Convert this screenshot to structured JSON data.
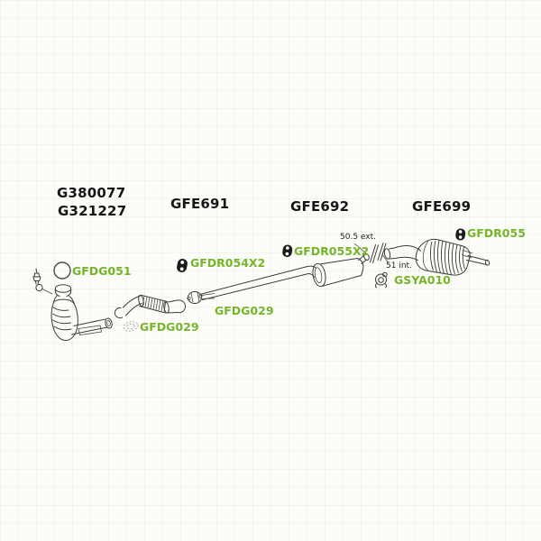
{
  "page": {
    "background_color": "#fcfdf9",
    "black_label_color": "#161616",
    "green_label_color": "#76b42a",
    "line_color": "#3b3b3b"
  },
  "labels": {
    "group": [
      {
        "text": "G380077"
      },
      {
        "text": "G321227"
      },
      {
        "text": "GFE691"
      },
      {
        "text": "GFE692"
      },
      {
        "text": "GFE699"
      }
    ],
    "parts": [
      {
        "text": "GFDG051",
        "icon": "gasket-ring-icon"
      },
      {
        "text": "GFDR054X2",
        "icon": "rubber-hanger-icon"
      },
      {
        "text": "GFDG029",
        "icon": "gasket-oval-icon"
      },
      {
        "text": "GFDG029",
        "icon": "gasket-oval-icon"
      },
      {
        "text": "GFDR055X2",
        "icon": "rubber-hanger-icon"
      },
      {
        "text": "GFDR055",
        "icon": "rubber-hanger-icon"
      },
      {
        "text": "GSYA010",
        "icon": "clamp-icon"
      }
    ],
    "measurements": [
      {
        "text": "50.5 ext."
      },
      {
        "text": "51 int."
      }
    ]
  }
}
